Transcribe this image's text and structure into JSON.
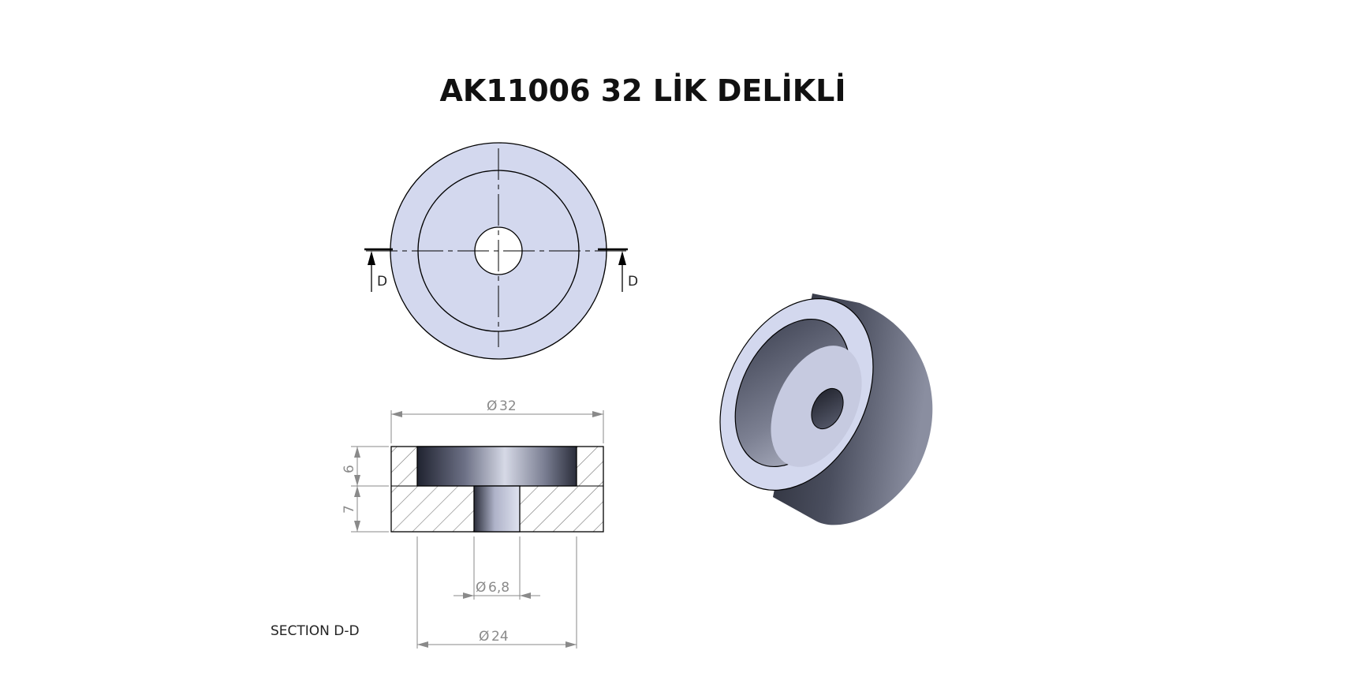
{
  "title": "AK11006 32 LİK DELİKLİ",
  "section_marker": "D",
  "section_label": "SECTION D-D",
  "dimensions": {
    "outer_diameter": "32",
    "counterbore_diameter": "24",
    "hole_diameter": "6,8",
    "counterbore_depth": "6",
    "base_height": "7",
    "diameter_symbol": "Ø"
  },
  "colors": {
    "face_fill": "#d3d8ee",
    "outline": "#000000",
    "dimension": "#8a8a8a",
    "body_dark": "#55596b"
  }
}
